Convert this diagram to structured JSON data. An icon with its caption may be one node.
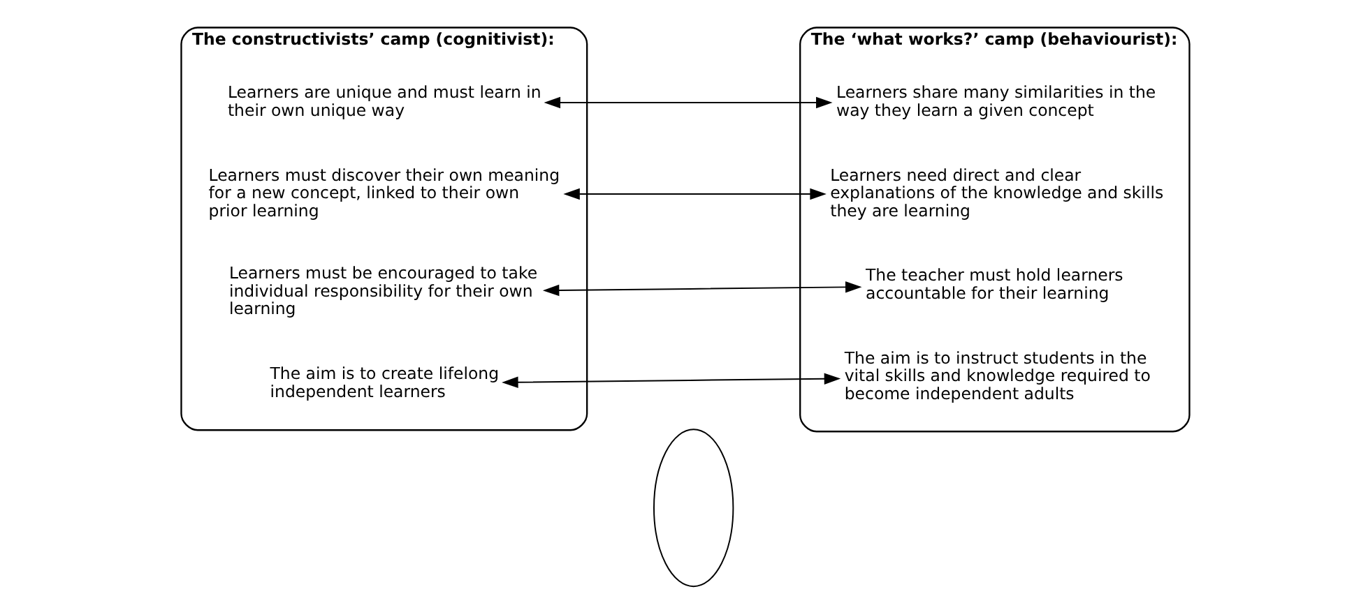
{
  "diagram": {
    "nodes": [
      {
        "text": [
          "The constructivists’ camp (cognitivist):"
        ]
      },
      {
        "text": [
          "The ‘what works?’ camp (behaviourist):"
        ]
      },
      {
        "text": [],
        "shape": "ellipse"
      },
      {
        "text": [
          "Learners are unique and must learn in their own unique way"
        ],
        "in": 0
      },
      {
        "text": [
          "Learners must discover their own meaning for a new concept, linked to their own prior learning"
        ],
        "in": 0
      },
      {
        "text": [
          "Learners must be encouraged to take individual responsibility for their own learning"
        ],
        "in": 0
      },
      {
        "text": [
          "The aim is to create lifelong independent learners"
        ],
        "in": 0
      },
      {
        "text": [
          "Learners share many similarities in the way they learn a given concept"
        ],
        "in": 1
      },
      {
        "text": [
          "Learners need direct and clear explanations of the knowledge and skills they are learning"
        ],
        "in": 1
      },
      {
        "text": [
          "The teacher must hold learners accountable for their learning"
        ],
        "in": 1
      },
      {
        "text": [
          "The aim is to instruct students in the vital skills and knowledge required to become independent adults"
        ],
        "in": 1
      }
    ],
    "edges": [
      {
        "from": 3,
        "to": 7,
        "arrow": "both"
      },
      {
        "from": 4,
        "to": 8,
        "arrow": "both"
      },
      {
        "from": 5,
        "to": 9,
        "arrow": "both"
      },
      {
        "from": 6,
        "to": 10,
        "arrow": "both"
      }
    ]
  }
}
